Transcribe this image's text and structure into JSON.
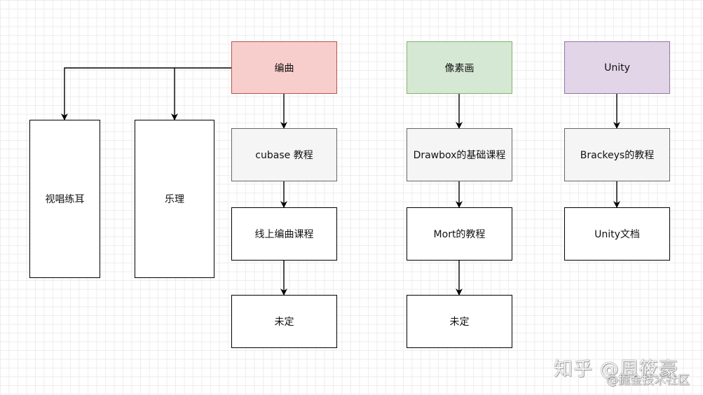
{
  "nodes": {
    "music": "编曲",
    "pixel_art": "像素画",
    "unity": "Unity",
    "sight_singing": "视唱练耳",
    "music_theory": "乐理",
    "cubase": "cubase 教程",
    "drawbox": "Drawbox的基础课程",
    "brackeys": "Brackeys的教程",
    "online_music": "线上编曲课程",
    "mort": "Mort的教程",
    "unity_docs": "Unity文档",
    "tbd_music": "未定",
    "tbd_pixel": "未定"
  },
  "colors": {
    "pink_fill": "#f8cecc",
    "green_fill": "#d5e8d4",
    "purple_fill": "#e1d5e7",
    "grey_fill": "#f5f5f5"
  },
  "watermark": {
    "main": "知乎 @周筱豪",
    "sub": "@掘金技术社区"
  }
}
